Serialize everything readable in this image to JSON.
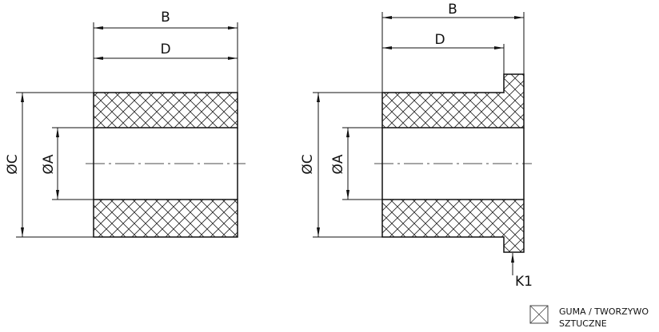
{
  "drawing_left": {
    "dim_b": "B",
    "dim_d": "D",
    "dim_outer": "ØC",
    "dim_inner": "ØA"
  },
  "drawing_right": {
    "dim_b": "B",
    "dim_d": "D",
    "dim_outer": "ØC",
    "dim_inner": "ØA",
    "callout": "K1"
  },
  "legend": {
    "line1": "GUMA / TWORZYWO",
    "line2": "SZTUCZNE"
  }
}
